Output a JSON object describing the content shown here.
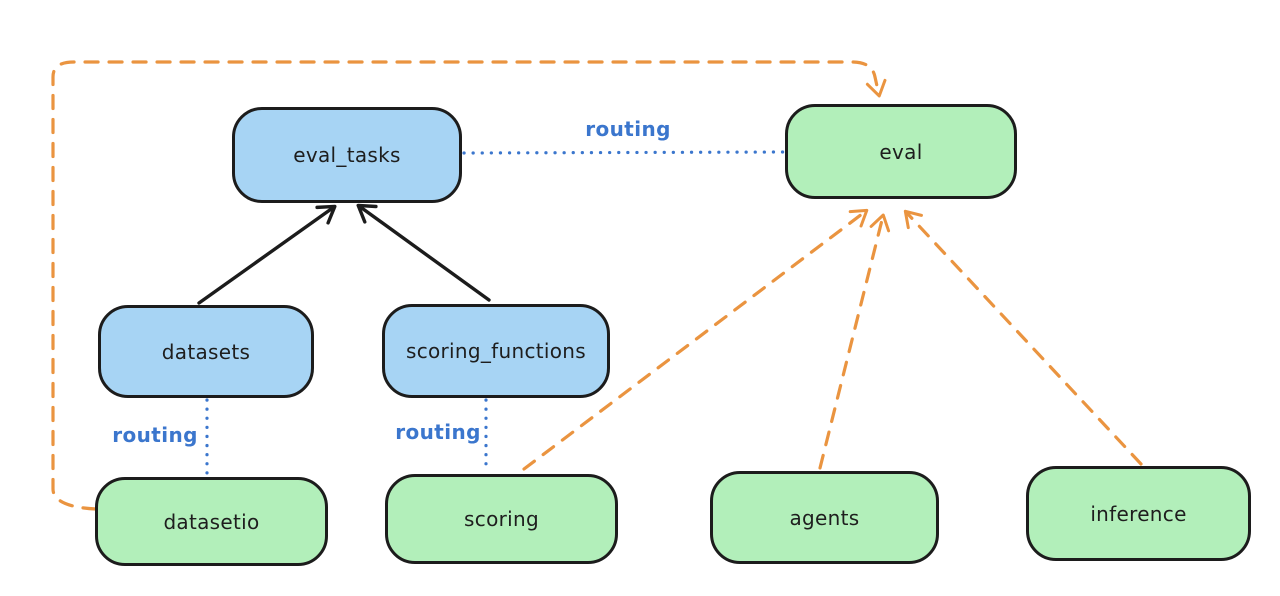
{
  "diagram": {
    "type": "architecture-flow",
    "nodes": {
      "eval_tasks": {
        "label": "eval_tasks",
        "fill": "#a7d4f4",
        "kind": "resource"
      },
      "eval": {
        "label": "eval",
        "fill": "#b2efba",
        "kind": "api"
      },
      "datasets": {
        "label": "datasets",
        "fill": "#a7d4f4",
        "kind": "resource"
      },
      "scoring_functions": {
        "label": "scoring_functions",
        "fill": "#a7d4f4",
        "kind": "resource"
      },
      "datasetio": {
        "label": "datasetio",
        "fill": "#b2efba",
        "kind": "api"
      },
      "scoring": {
        "label": "scoring",
        "fill": "#b2efba",
        "kind": "api"
      },
      "agents": {
        "label": "agents",
        "fill": "#b2efba",
        "kind": "api"
      },
      "inference": {
        "label": "inference",
        "fill": "#b2efba",
        "kind": "api"
      }
    },
    "edges": [
      {
        "from": "eval_tasks",
        "to": "eval",
        "style": "dotted",
        "color": "#3b76cd",
        "arrow": false,
        "label": "routing"
      },
      {
        "from": "datasets",
        "to": "datasetio",
        "style": "dotted",
        "color": "#3b76cd",
        "arrow": false,
        "label": "routing"
      },
      {
        "from": "scoring_functions",
        "to": "scoring",
        "style": "dotted",
        "color": "#3b76cd",
        "arrow": false,
        "label": "routing"
      },
      {
        "from": "datasets",
        "to": "eval_tasks",
        "style": "solid",
        "color": "#1c1c1c",
        "arrow": true,
        "label": ""
      },
      {
        "from": "scoring_functions",
        "to": "eval_tasks",
        "style": "solid",
        "color": "#1c1c1c",
        "arrow": true,
        "label": ""
      },
      {
        "from": "datasetio",
        "to": "eval",
        "style": "dashed",
        "color": "#ea9440",
        "arrow": true,
        "label": ""
      },
      {
        "from": "scoring",
        "to": "eval",
        "style": "dashed",
        "color": "#ea9440",
        "arrow": true,
        "label": ""
      },
      {
        "from": "agents",
        "to": "eval",
        "style": "dashed",
        "color": "#ea9440",
        "arrow": true,
        "label": ""
      },
      {
        "from": "inference",
        "to": "eval",
        "style": "dashed",
        "color": "#ea9440",
        "arrow": true,
        "label": ""
      }
    ],
    "colors": {
      "background": "#ffffff",
      "node_stroke": "#1c1c1c",
      "blue_node_fill": "#a7d4f4",
      "green_node_fill": "#b2efba",
      "routing_blue": "#3b76cd",
      "provider_orange": "#ea9440",
      "black_arrow": "#1c1c1c"
    }
  }
}
